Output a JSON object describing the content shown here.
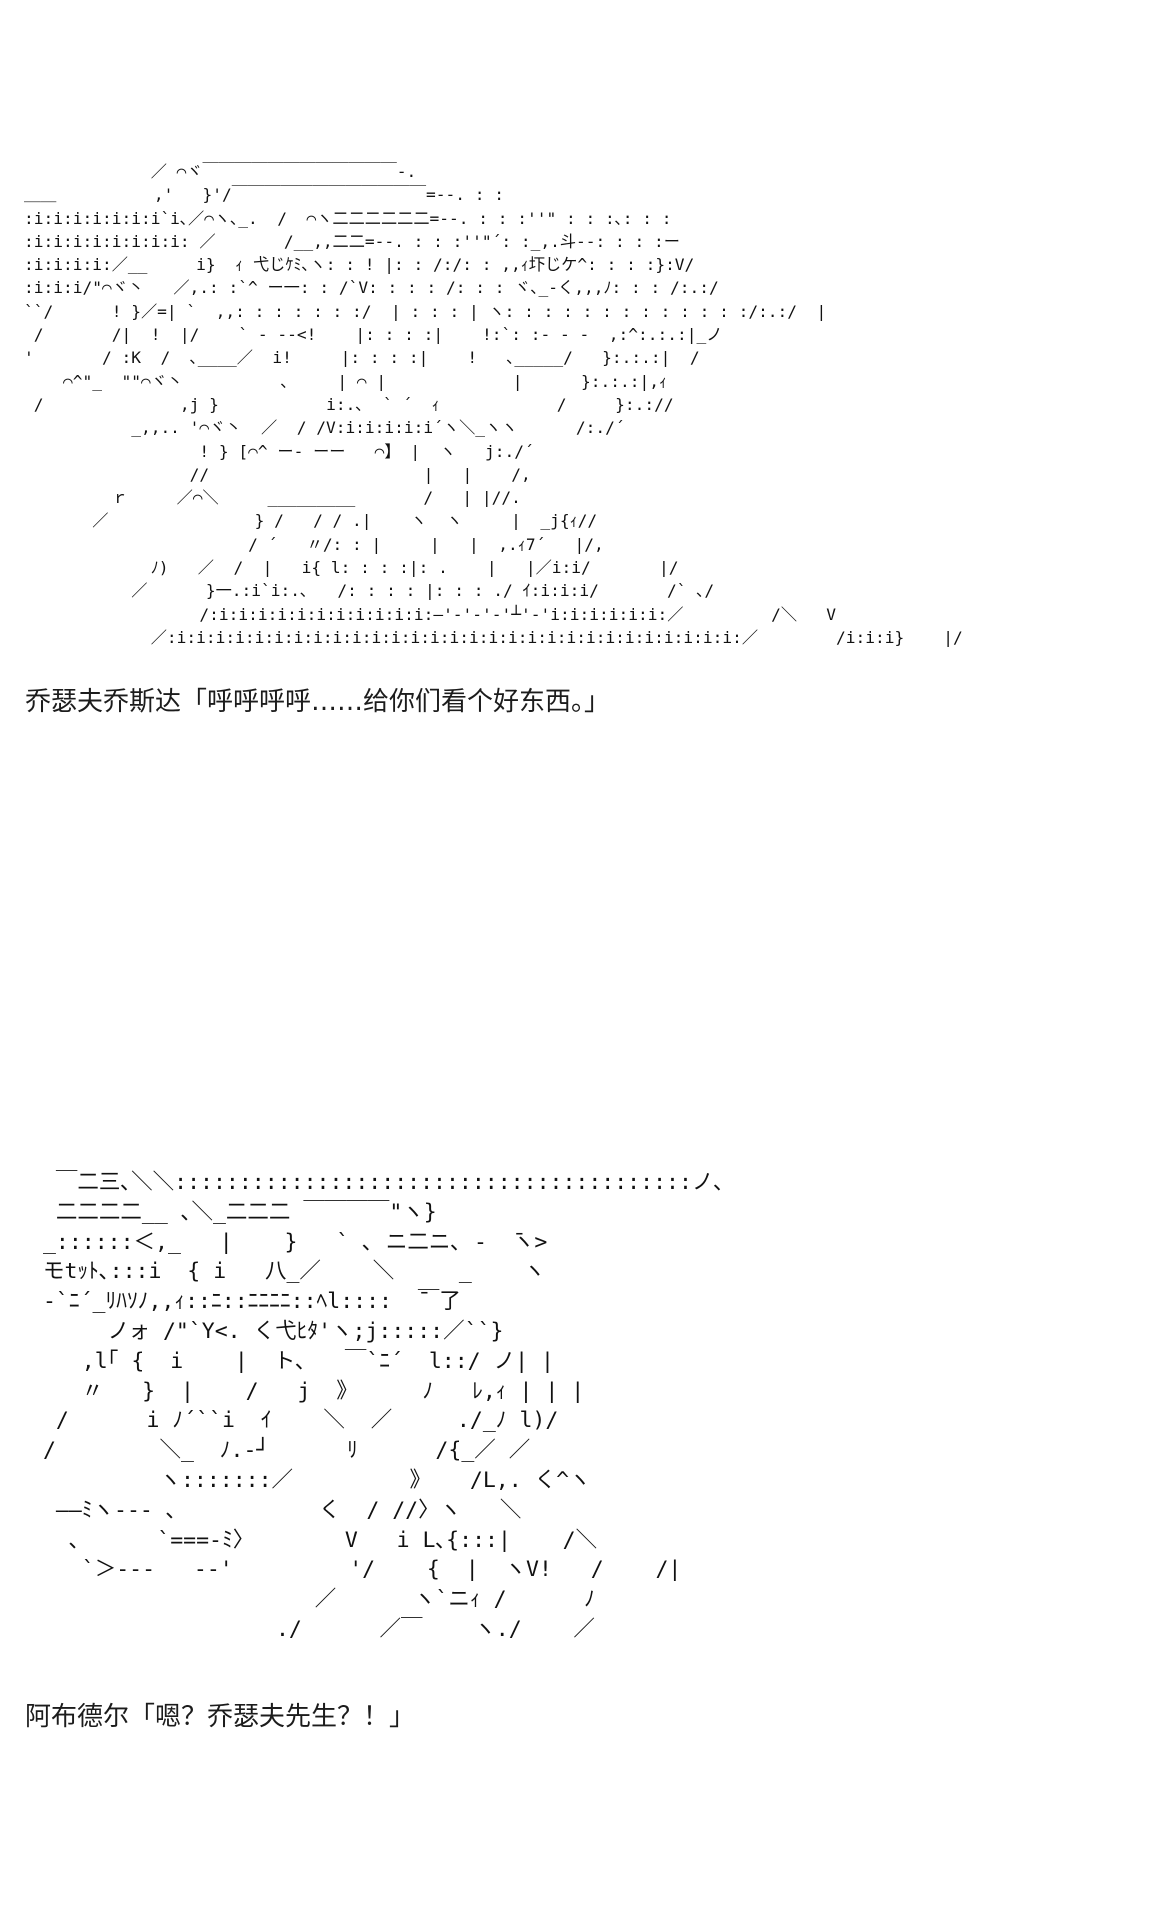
{
  "blocks": [
    {
      "art": "             ／ ⌒ヾ￣￣￣￣￣￣￣￣￣￣￣￣‐.\n＿＿          ,'   }'/￣￣￣￣￣￣￣￣￣￣￣￣=‐‐. : :\n:i:i:i:i:i:i:i`i､／⌒ヽ､_.  /  ⌒ヽ二二二二二二=‐‐. : : :''\" : : :､: : :\n:i:i:i:i:i:i:i:i: ／       /__,,二二=‐‐. : : :''\"´: :_,.斗‐‐: : : :ー\n:i:i:i:i:／__     i}  ｨ 弋じｹﾐ､ヽ: : ! |: : /:/: : ,,ｨ圷じケ^: : : :}:V/\n:i:i:i/\"⌒ヾ丶   ／,.: :`^ ー一: : /`V: : : : /: : : ヾ､_‐く,,,ﾉ: : : /:.:/\n``/      ! }／=| `  ,,: : : : : : :/  | : : : | ヽ: : : : : : : : : : : : :/:.:/  |\n /       /|  !  |/    ` - ‐‐<!    |: : : :|    !:`: :‐ ‐ ‐  ,:^:.:.:|_ノ\n'       / :K  /  ､____／  i!     |: : : :|    !   ､_____/   }:.:.:|  /\n    ⌒^\"_  \"\"⌒ヾ丶          ､     | ⌒ |             |      }:.:.:|,ｨ\n /              ,j }           i:.､  ` ´  ｨ            /     }:.://\n           _,,.. '⌒ヾ丶  ／  / /V:i:i:i:i:i´ヽ＼_ヽヽ      /:./´\n                  ! } [⌒^ ー- ーー   ⌒】 |  ヽ   j:./´\n                 //                      |   |    /,\n         ｒ     ／⌒＼     _________       /   | |//.\n       ／               } /   / / .|    ヽ  ヽ     |  _j{ｨ//\n                       / ´   〃/: : |     |   |  ,.ｨ7´   |/,\n             ﾉ)   ／  /  |   i{ l: : : :|: .    |   |／i:i/       |/\n           ／      }一.:i`i:.､   /: : : : |: : : ./ ｲ:i:i:i/       /` ､/\n                  /:i:i:i:i:i:i:i:i:i:i:i:―'‐'‐'‐'┴'‐'i:i:i:i:i:i:／         /＼   V\n             ／:i:i:i:i:i:i:i:i:i:i:i:i:i:i:i:i:i:i:i:i:i:i:i:i:i:i:i:i:i:／        /i:i:i}    |/",
      "caption": "乔瑟夫乔斯达「呼呼呼呼……给你们看个好东西。」"
    },
    {
      "art": "  ￣二三､＼＼::::::::::::::::::::::::::::::::::::::::ノ､\n  二二二二__ ､＼_二二二 ￣￣￣￣\"ヽ}\n _::::::＜,_   |    }   ` ､ ニ二ニ､ ‐  ̄ヽ>\n モtｯﾄ､:::i  { i   八_／    ＼     _    ヽ\n ‐`ﾆ´_ﾘﾊｿﾉ,,ｨ::ﾆ::ﾆﾆﾆﾆ::ﾍl::::  ̄￣了\n      ノォ /\"`Y<. く弋ﾋﾀ'ヽ;j:::::／``}\n    ,l｢ {  i    |  ト､   ￣`ﾆ´  l::/ ノ| |\n    〃   }  |    /   j  》     ﾉ   ﾚ,ｨ | | |\n  /      i ﾉ´``i  ｲ    ＼  ／     ./_ﾉ l)/\n /        ＼_  ﾉ.-┘      ﾘ      /{_／ ／\n          ヽ:::::::／         》   /L,. く^ヽ\n  ――ﾐヽ‐‐‐ ､           く  / //〉ヽ   ＼\n   ､      `===‐ﾐ〉       V   i L､{:::|    /＼\n    `＞‐‐‐   ‐‐'         '/    {  |  ヽV!   /    /|\n                      ／      ヽ`ニｨ /      ﾉ\n                   ./      ／￣    ヽ./    ／",
      "caption": "阿布德尔「嗯？乔瑟夫先生？！」"
    }
  ]
}
